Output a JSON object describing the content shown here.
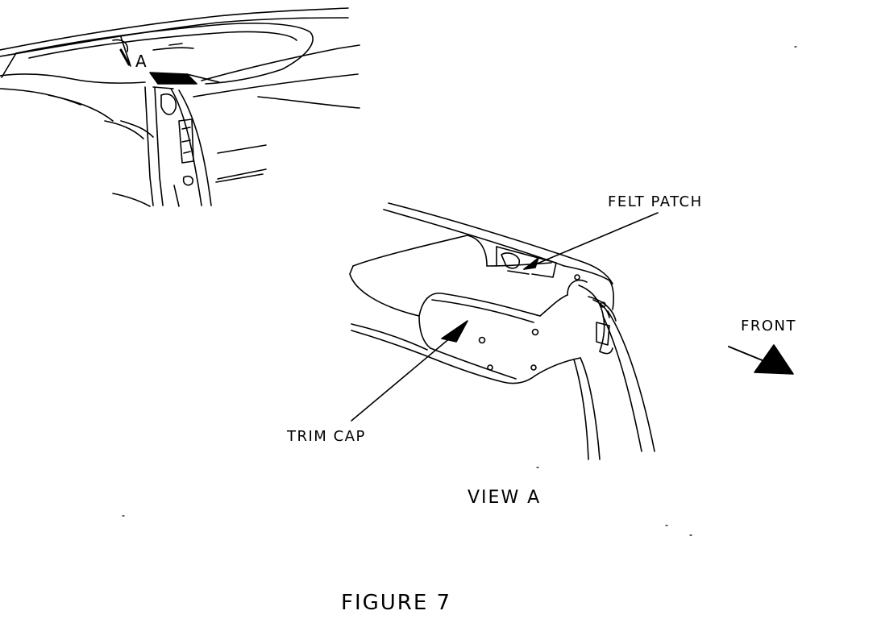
{
  "figure": {
    "callout_a": "A",
    "felt_patch": "FELT PATCH",
    "front": "FRONT",
    "trim_cap": "TRIM CAP",
    "view_a": "VIEW A",
    "caption": "FIGURE 7"
  },
  "colors": {
    "ink": "#000000",
    "paper": "#ffffff"
  }
}
